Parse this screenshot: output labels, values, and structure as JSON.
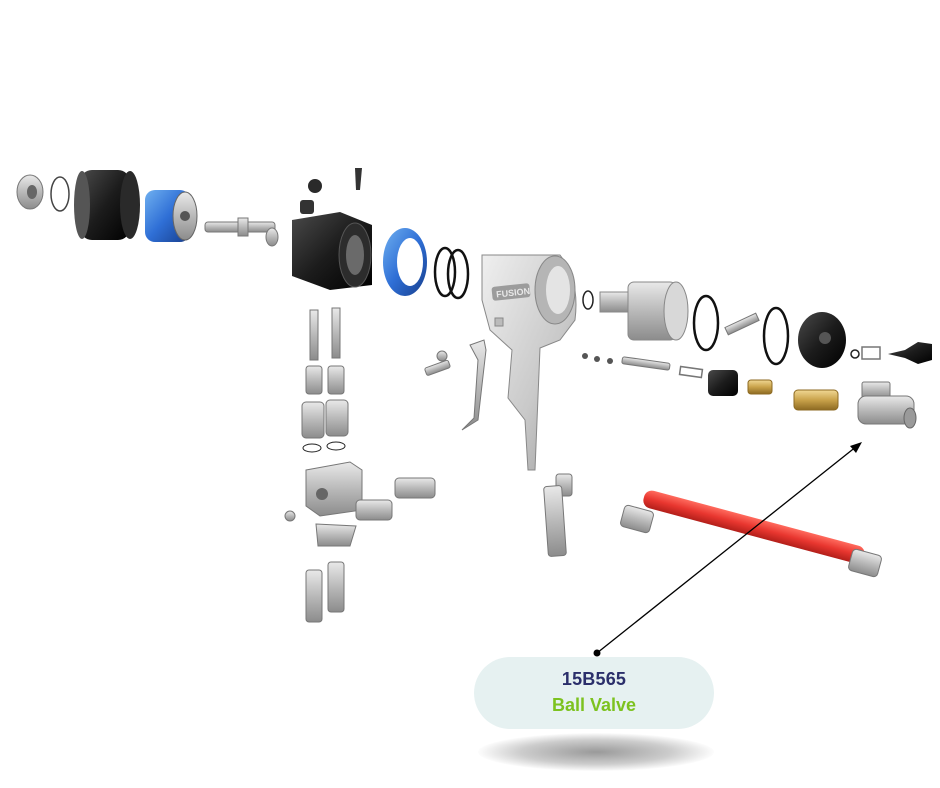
{
  "callout": {
    "part_number": "15B565",
    "description": "Ball Valve"
  },
  "colors": {
    "part_number": "#2b2f6b",
    "description": "#7cc21f",
    "callout_bg": "#e6f1f1",
    "hose": "#e8362f",
    "blue_parts": "#2f6fd6",
    "gun_body": "#c9c9c9"
  },
  "gun_body_logo": "FUSION"
}
